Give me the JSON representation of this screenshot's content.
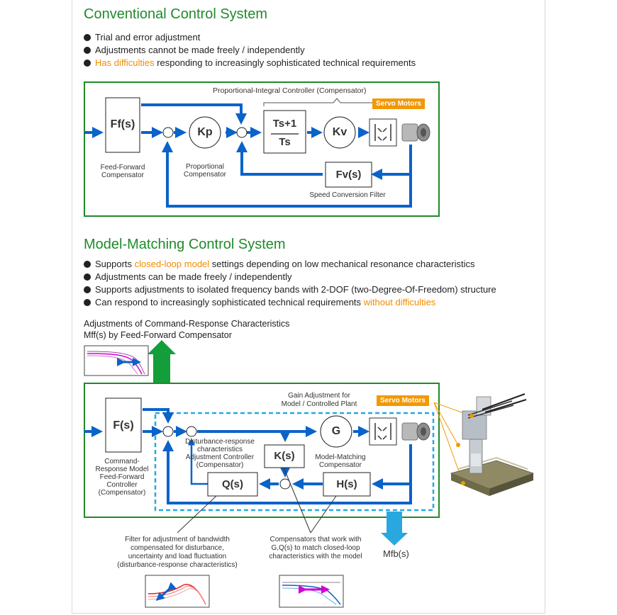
{
  "conventional": {
    "title": "Conventional Control System",
    "bullets": [
      {
        "pre": "Trial and error adjustment",
        "hl": "",
        "post": ""
      },
      {
        "pre": "Adjustments cannot be made freely / independently",
        "hl": "",
        "post": ""
      },
      {
        "pre": "",
        "hl": "Has difficulties",
        "post": " responding to increasingly sophisticated technical requirements"
      }
    ],
    "diagram": {
      "pi_label": "Proportional-Integral Controller (Compensator)",
      "servo_badge": "Servo Motors",
      "ff_block": "Ff(s)",
      "ff_label_1": "Feed-Forward",
      "ff_label_2": "Compensator",
      "kp_block": "Kp",
      "kp_label_1": "Proportional",
      "kp_label_2": "Compensator",
      "ts_num": "Ts+1",
      "ts_den": "Ts",
      "kv_block": "Kv",
      "fv_block": "Fv(s)",
      "fv_label": "Speed Conversion Filter"
    }
  },
  "model_matching": {
    "title": "Model-Matching Control System",
    "bullets": [
      {
        "pre": "Supports ",
        "hl": "closed-loop model",
        "post": " settings depending on low mechanical resonance characteristics"
      },
      {
        "pre": "Adjustments can be made freely / independently",
        "hl": "",
        "post": ""
      },
      {
        "pre": "Supports adjustments to isolated frequency bands with 2-DOF (two-Degree-Of-Freedom) structure",
        "hl": "",
        "post": ""
      },
      {
        "pre": "Can respond to increasingly sophisticated technical requirements ",
        "hl": "without difficulties",
        "post": ""
      }
    ],
    "adj_title_1": "Adjustments of Command-Response Characteristics",
    "adj_title_2": "Mff(s) by Feed-Forward Compensator",
    "diagram": {
      "gain_label_1": "Gain Adjustment for",
      "gain_label_2": "Model / Controlled Plant",
      "servo_badge": "Servo Motors",
      "f_block": "F(s)",
      "f_label": [
        "Command-",
        "Response Model",
        "Feed-Forward",
        "Controller",
        "(Compensator)"
      ],
      "dist_label": [
        "Disturbance-response",
        "characteristics",
        "Adjustment Controller",
        "(Compensator)"
      ],
      "k_block": "K(s)",
      "g_block": "G",
      "g_label_1": "Model-Matching",
      "g_label_2": "Compensator",
      "q_block": "Q(s)",
      "h_block": "H(s)",
      "mfb": "Mfb(s)",
      "filter_note": [
        "Filter for adjustment of bandwidth",
        "compensated for disturbance,",
        "uncertainty and load fluctuation",
        "(disturbance-response characteristics)"
      ],
      "comp_note": [
        "Compensators that work with",
        "G,Q(s) to match closed-loop",
        "characteristics with the model"
      ]
    }
  },
  "colors": {
    "green": "#1f8a2a",
    "blue": "#0a63c9",
    "cyan": "#29a8e0",
    "orange": "#f39800",
    "magenta": "#d400d4",
    "red": "#e0201a"
  }
}
